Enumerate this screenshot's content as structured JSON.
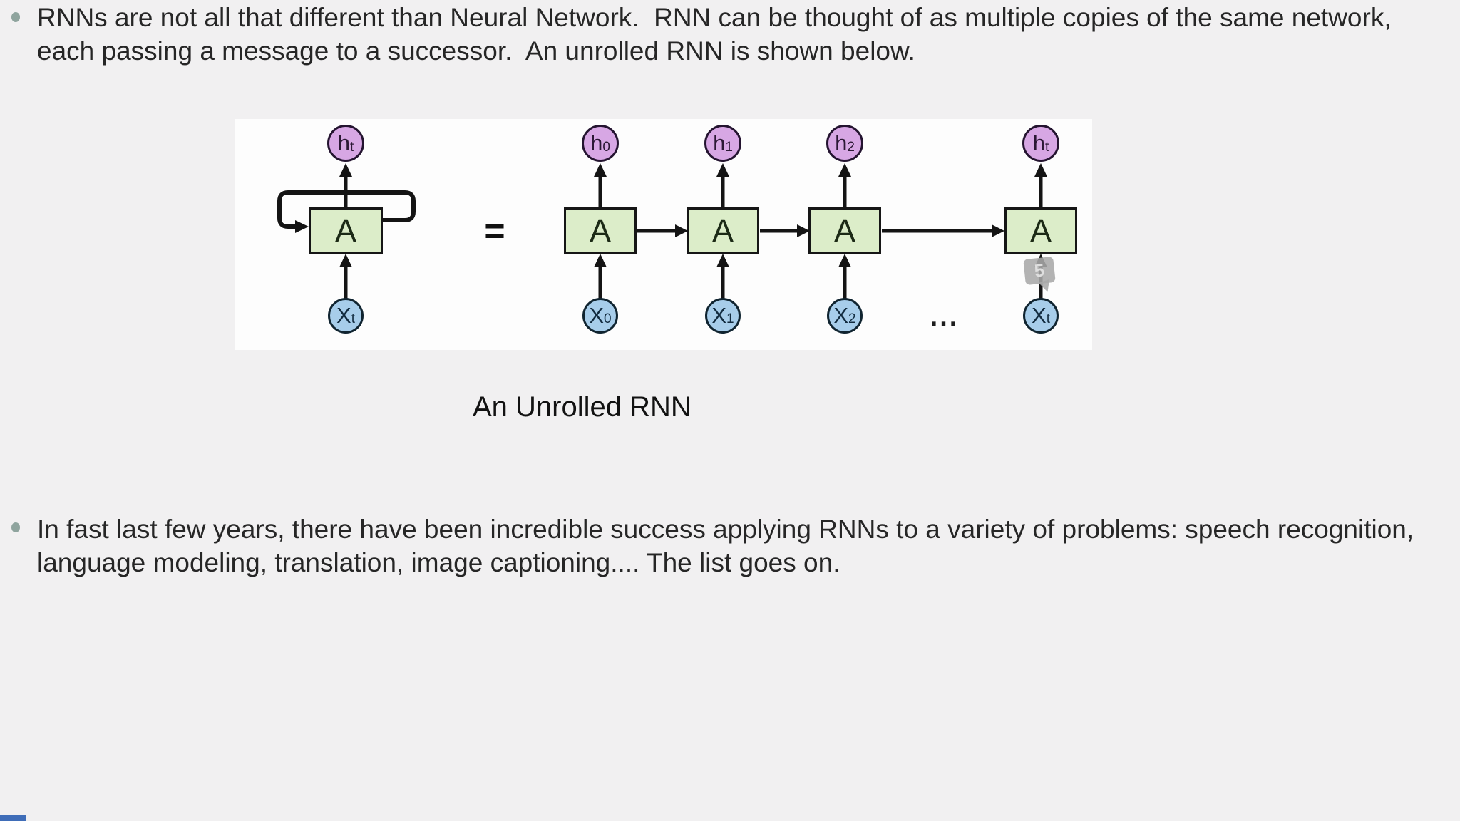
{
  "slide": {
    "background_color": "#f1f0f1",
    "bullets": [
      {
        "lines": [
          "RNNs are not all that different than Neural Network.  RNN can be thought of as multiple copies of the same network,",
          "each passing a message to a successor.  An unrolled RNN is shown below."
        ]
      },
      {
        "lines": [
          "In fast last few years, there have been incredible success applying RNNs to a variety of problems: speech recognition,",
          "language modeling, translation, image captioning.... The list goes on."
        ]
      }
    ],
    "caption": "An Unrolled RNN"
  },
  "diagram": {
    "equals_sign": "=",
    "ellipsis": "...",
    "annotation_badge": "5",
    "colors": {
      "panel_bg": "#fdfdfd",
      "h_fill": "#d7a7e4",
      "a_fill": "#dcedc9",
      "x_fill": "#a7cdea",
      "line": "#141414",
      "bullet_marker": "#8fa49e",
      "progress_bar": "#3f6db8"
    },
    "folded_cell": {
      "h": {
        "base": "h",
        "sub": "t"
      },
      "a": "A",
      "x": {
        "base": "X",
        "sub": "t"
      }
    },
    "cells": [
      {
        "h": {
          "base": "h",
          "sub": "0"
        },
        "a": "A",
        "x": {
          "base": "X",
          "sub": "0"
        }
      },
      {
        "h": {
          "base": "h",
          "sub": "1"
        },
        "a": "A",
        "x": {
          "base": "X",
          "sub": "1"
        }
      },
      {
        "h": {
          "base": "h",
          "sub": "2"
        },
        "a": "A",
        "x": {
          "base": "X",
          "sub": "2"
        }
      },
      {
        "h": {
          "base": "h",
          "sub": "t"
        },
        "a": "A",
        "x": {
          "base": "X",
          "sub": "t"
        }
      }
    ]
  }
}
